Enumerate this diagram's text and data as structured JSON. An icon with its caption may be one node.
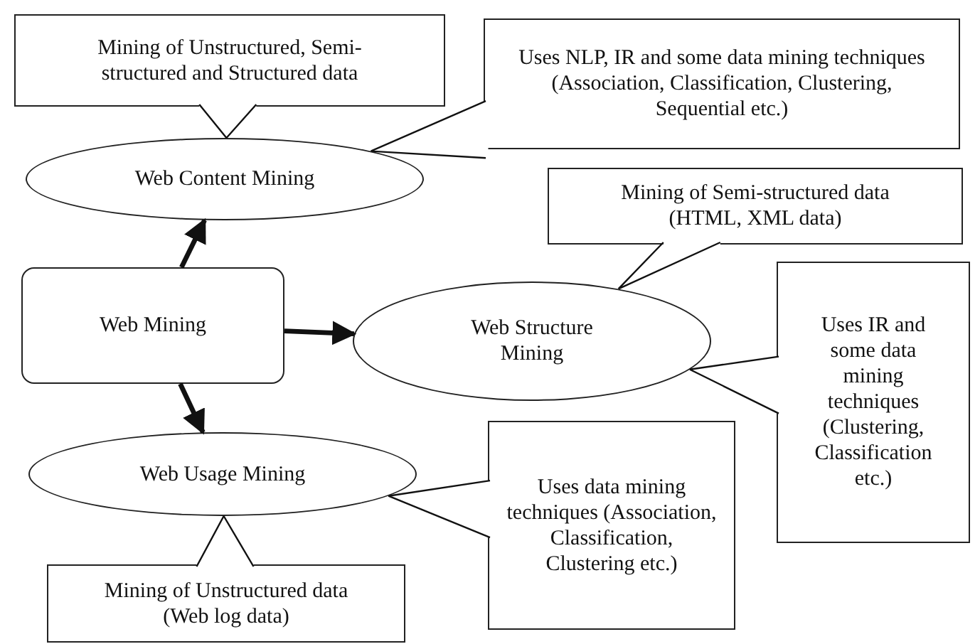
{
  "diagram": {
    "nodes": [
      {
        "text": [
          "Mining of Unstructured, Semi-structured and Structured data"
        ]
      },
      {
        "text": [
          "Uses NLP, IR and some data mining techniques (Association, Classification, Clustering, Sequential etc.)"
        ]
      },
      {
        "text": [
          "Web Content Mining"
        ]
      },
      {
        "text": [
          "Mining of Semi-structured data (HTML, XML data)"
        ]
      },
      {
        "text": [
          "Web Mining"
        ]
      },
      {
        "text": [
          "Web Structure Mining"
        ]
      },
      {
        "text": [
          "Uses IR and some data mining techniques (Clustering, Classification etc.)"
        ]
      },
      {
        "text": [
          "Web Usage Mining"
        ]
      },
      {
        "text": [
          "Uses data mining techniques (Association, Classification, Clustering etc.)"
        ]
      },
      {
        "text": [
          "Mining of Unstructured data (Web log data)"
        ]
      }
    ],
    "edges": [
      {
        "from": 4,
        "to": 2,
        "arrow": "to",
        "style": "thick"
      },
      {
        "from": 4,
        "to": 5,
        "arrow": "to",
        "style": "thick"
      },
      {
        "from": 4,
        "to": 7,
        "arrow": "to",
        "style": "thick"
      },
      {
        "from": 0,
        "to": 2,
        "arrow": "none"
      },
      {
        "from": 1,
        "to": 2,
        "arrow": "none"
      },
      {
        "from": 3,
        "to": 5,
        "arrow": "none"
      },
      {
        "from": 6,
        "to": 5,
        "arrow": "none"
      },
      {
        "from": 8,
        "to": 7,
        "arrow": "none"
      },
      {
        "from": 9,
        "to": 7,
        "arrow": "none"
      }
    ]
  }
}
